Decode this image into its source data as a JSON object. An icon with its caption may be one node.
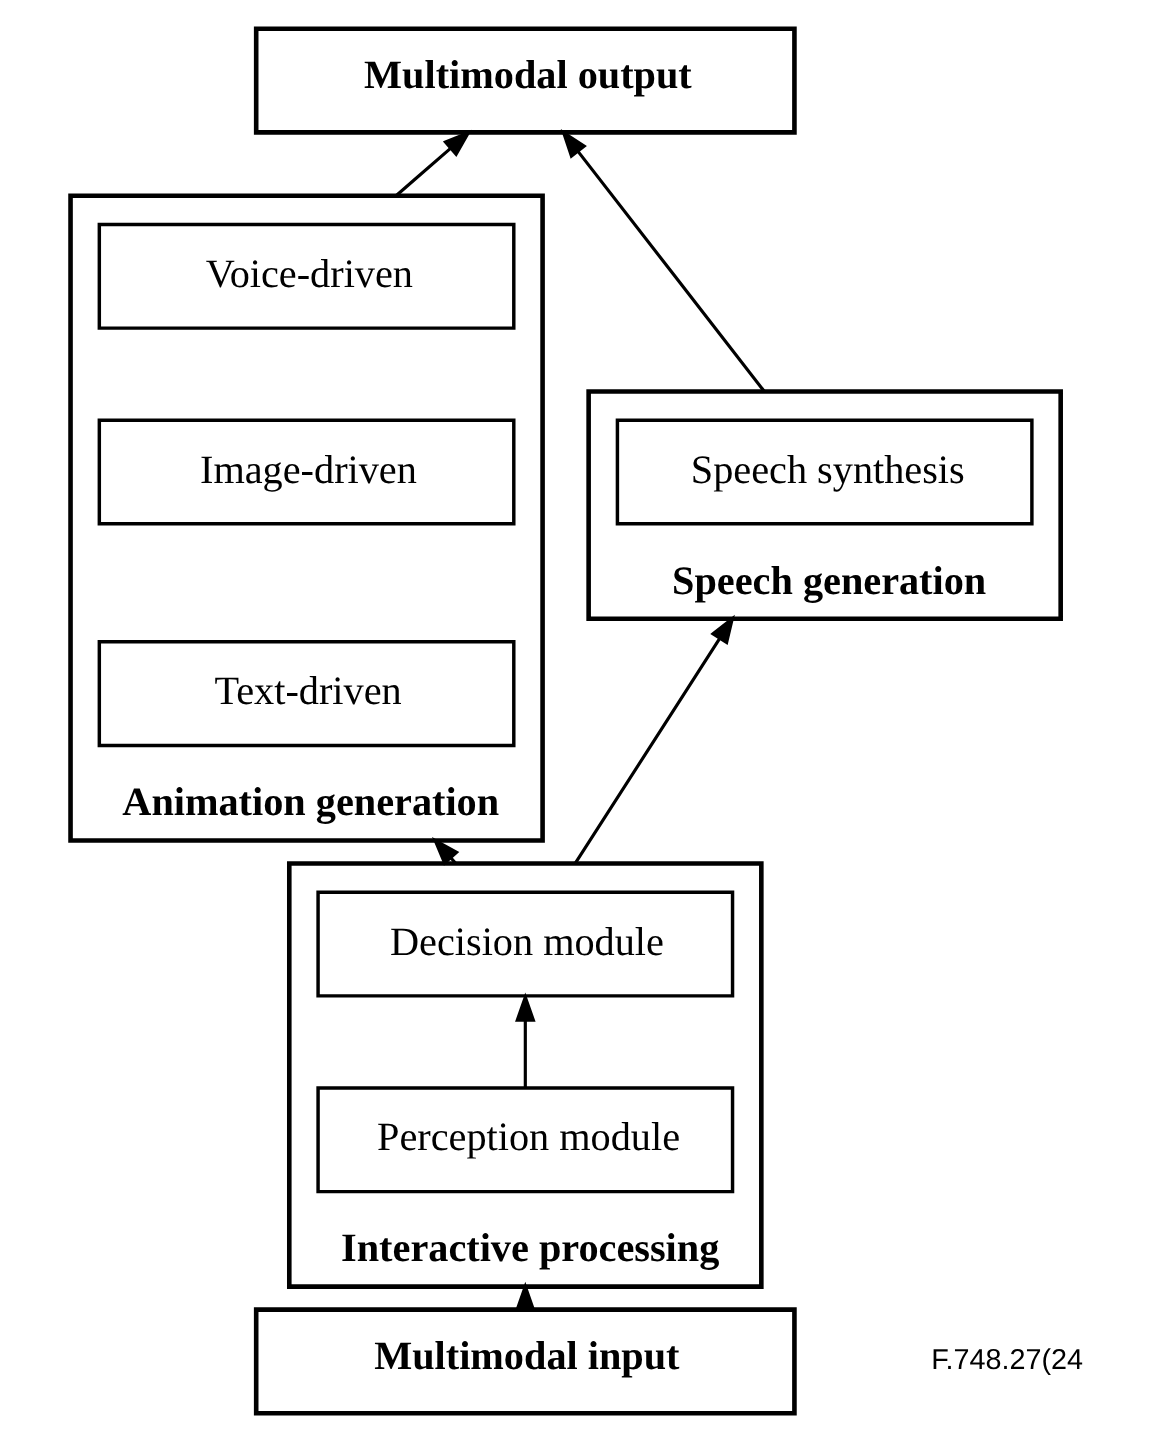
{
  "diagram": {
    "nodes": [
      {
        "text": [
          "Multimodal output"
        ]
      },
      {
        "text": [
          "Speech generation"
        ]
      },
      {
        "text": [
          "Speech synthesis"
        ],
        "in": 1
      },
      {
        "text": [
          "Animation generation"
        ]
      },
      {
        "text": [
          "Voice-driven"
        ],
        "in": 3
      },
      {
        "text": [
          "Image-driven"
        ],
        "in": 3
      },
      {
        "text": [
          "Text-driven"
        ],
        "in": 3
      },
      {
        "text": [
          "Interactive processing"
        ]
      },
      {
        "text": [
          "Decision module"
        ],
        "in": 7
      },
      {
        "text": [
          "Perception module"
        ],
        "in": 7
      },
      {
        "text": [
          "Multimodal input"
        ]
      }
    ],
    "edges": [
      {
        "from": 1,
        "to": 0,
        "arrow": "to"
      },
      {
        "from": 3,
        "to": 0,
        "arrow": "to"
      },
      {
        "from": 7,
        "to": 1,
        "arrow": "to"
      },
      {
        "from": 7,
        "to": 3,
        "arrow": "to"
      },
      {
        "from": 9,
        "to": 8,
        "arrow": "to"
      },
      {
        "from": 10,
        "to": 7,
        "arrow": "to"
      }
    ],
    "labels": [
      "F.748.27(24"
    ]
  }
}
